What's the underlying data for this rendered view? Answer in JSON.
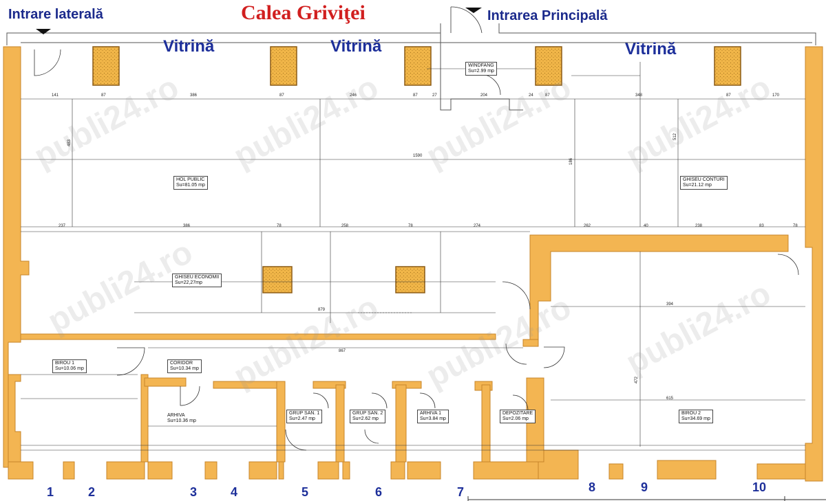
{
  "header": {
    "side_entrance": "Intrare laterală",
    "street": "Calea Griviţei",
    "main_entrance": "Intrarea Principală"
  },
  "vitrine": [
    "Vitrină",
    "Vitrină",
    "Vitrină"
  ],
  "rooms": {
    "windfang": {
      "name": "WINDFANG",
      "area": "Su=2.99 mp"
    },
    "hol_public": {
      "name": "HOL PUBLIC",
      "area": "Su=81.05 mp"
    },
    "ghiseu_conturi": {
      "name": "GHISEU CONTURI",
      "area": "Su=21.12 mp"
    },
    "ghiseu_economii": {
      "name": "GHISEU ECONOMII",
      "area": "Su=22,27mp"
    },
    "birou1": {
      "name": "BIROU 1",
      "area": "Su=10.06 mp"
    },
    "coridor": {
      "name": "CORIDOR",
      "area": "Su=10.34 mp"
    },
    "arhiva": {
      "name": "ARHIVA",
      "area": "Su=10.36 mp"
    },
    "grup_san1": {
      "name": "GRUP SAN. 1",
      "area": "Su=2.47 mp"
    },
    "grup_san2": {
      "name": "GRUP SAN. 2",
      "area": "Su=2.62 mp"
    },
    "arhiva1": {
      "name": "ARHIVA 1",
      "area": "Su=3.84 mp"
    },
    "depozitare": {
      "name": "DEPOZITARE",
      "area": "Su=2.06 mp"
    },
    "birou2": {
      "name": "BIROU 2",
      "area": "Su=34.69 mp"
    }
  },
  "window_numbers": [
    "1",
    "2",
    "3",
    "4",
    "5",
    "6",
    "7",
    "8",
    "9",
    "10"
  ],
  "dimensions": {
    "top_row": [
      "141",
      "87",
      "386",
      "87",
      "246",
      "87",
      "27",
      "204",
      "24",
      "87",
      "348",
      "87",
      "170"
    ],
    "hol_width": "1590",
    "mid_row": [
      "237",
      "386",
      "78",
      "258",
      "78",
      "274",
      "262",
      "40",
      "238",
      "83",
      "78"
    ],
    "corridor_len": "867",
    "ghiseu_len": "879",
    "birou2_width": "394",
    "birou2_inner": "615",
    "birou2_height": "472",
    "vert_1": "483",
    "vert_2": "512",
    "vert_3": "186"
  },
  "watermark": "publi24.ro",
  "colors": {
    "wall": "#f3b552",
    "wall_dark": "#e29c35",
    "pillar": "#f0b548",
    "line": "#2a2a2a"
  }
}
